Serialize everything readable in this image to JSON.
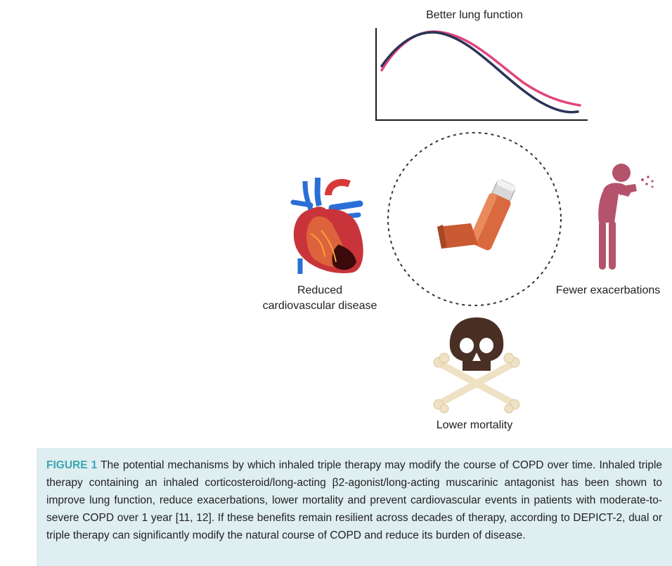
{
  "figure": {
    "labels": {
      "lung": "Better lung function",
      "cardio": "Reduced cardiovascular disease",
      "exacerbations": "Fewer exacerbations",
      "mortality": "Lower mortality"
    },
    "icons": [
      "line-chart-icon",
      "inhaler-icon",
      "heart-icon",
      "coughing-person-icon",
      "skull-crossbones-icon"
    ],
    "colors": {
      "curve_pink": "#e0457b",
      "curve_navy": "#2b3458",
      "inhaler": "#d96a3f",
      "person": "#b5526c",
      "skull": "#4a2f24",
      "bones": "#efe2c4",
      "caption_bg": "#dfeef0",
      "figure_number": "#3aa6b3"
    }
  },
  "caption": {
    "figure_number": "FIGURE 1",
    "text": "The potential mechanisms by which inhaled triple therapy may modify the course of COPD over time. Inhaled triple therapy containing an inhaled corticosteroid/long-acting β2-agonist/long-acting muscarinic antagonist has been shown to improve lung function, reduce exacerbations, lower mortality and prevent cardiovascular events in patients with moderate-to-severe COPD over 1 year [11, 12]. If these benefits remain resilient across decades of therapy, according to DEPICT-2, dual or triple therapy can significantly modify the natural course of COPD and reduce its burden of disease."
  }
}
